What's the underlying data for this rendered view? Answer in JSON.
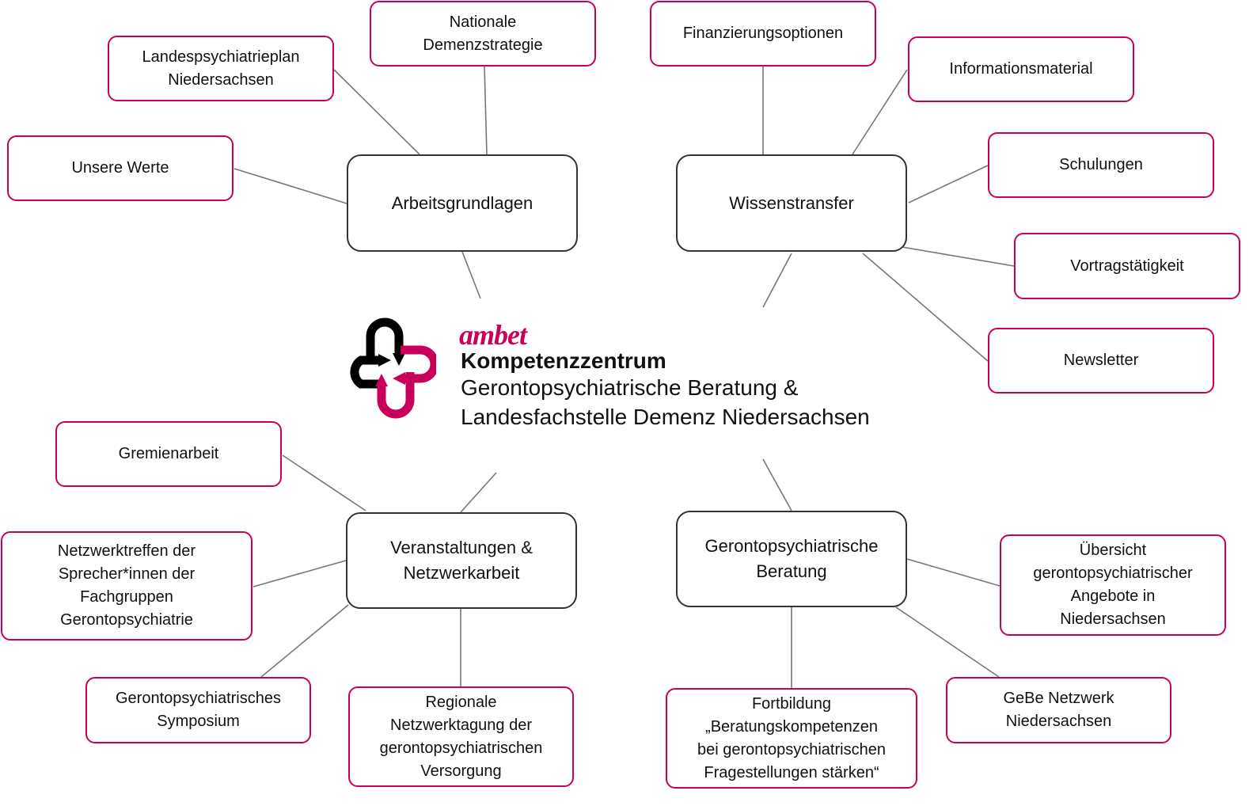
{
  "center": {
    "brand": "ambet",
    "title": "Kompetenzzentrum",
    "line1": "Gerontopsychiatrische Beratung &",
    "line2": "Landesfachstelle Demenz Niedersachsen"
  },
  "hubs": {
    "arbeitsgrundlagen": "Arbeitsgrundlagen",
    "wissenstransfer": "Wissenstransfer",
    "veranstaltungen": "Veranstaltungen &\nNetzwerkarbeit",
    "beratung": "Gerontopsychiatrische\nBeratung"
  },
  "nodes": {
    "landespsychiatrieplan": "Landespsychiatrieplan\nNiedersachsen",
    "demenzstrategie": "Nationale\nDemenzstrategie",
    "werte": "Unsere Werte",
    "finanzierung": "Finanzierungsoptionen",
    "informationsmaterial": "Informationsmaterial",
    "schulungen": "Schulungen",
    "vortrag": "Vortragstätigkeit",
    "newsletter": "Newsletter",
    "gremienarbeit": "Gremienarbeit",
    "netzwerktreffen": "Netzwerktreffen der\nSprecher*innen der\nFachgruppen\nGerontopsychiatrie",
    "symposium": "Gerontopsychiatrisches\nSymposium",
    "regionale": "Regionale\nNetzwerktagung der\ngerontopsychiatrischen\nVersorgung",
    "uebersicht": "Übersicht\ngerontopsychiatrischer\nAngebote in\nNiedersachsen",
    "fortbildung": "Fortbildung\n„Beratungskompetenzen\nbei gerontopsychiatrischen\nFragestellungen stärken“",
    "gebe": "GeBe Netzwerk\nNiedersachsen"
  },
  "colors": {
    "accent": "#c8005a",
    "hub_border": "#333333",
    "line": "#777777"
  }
}
